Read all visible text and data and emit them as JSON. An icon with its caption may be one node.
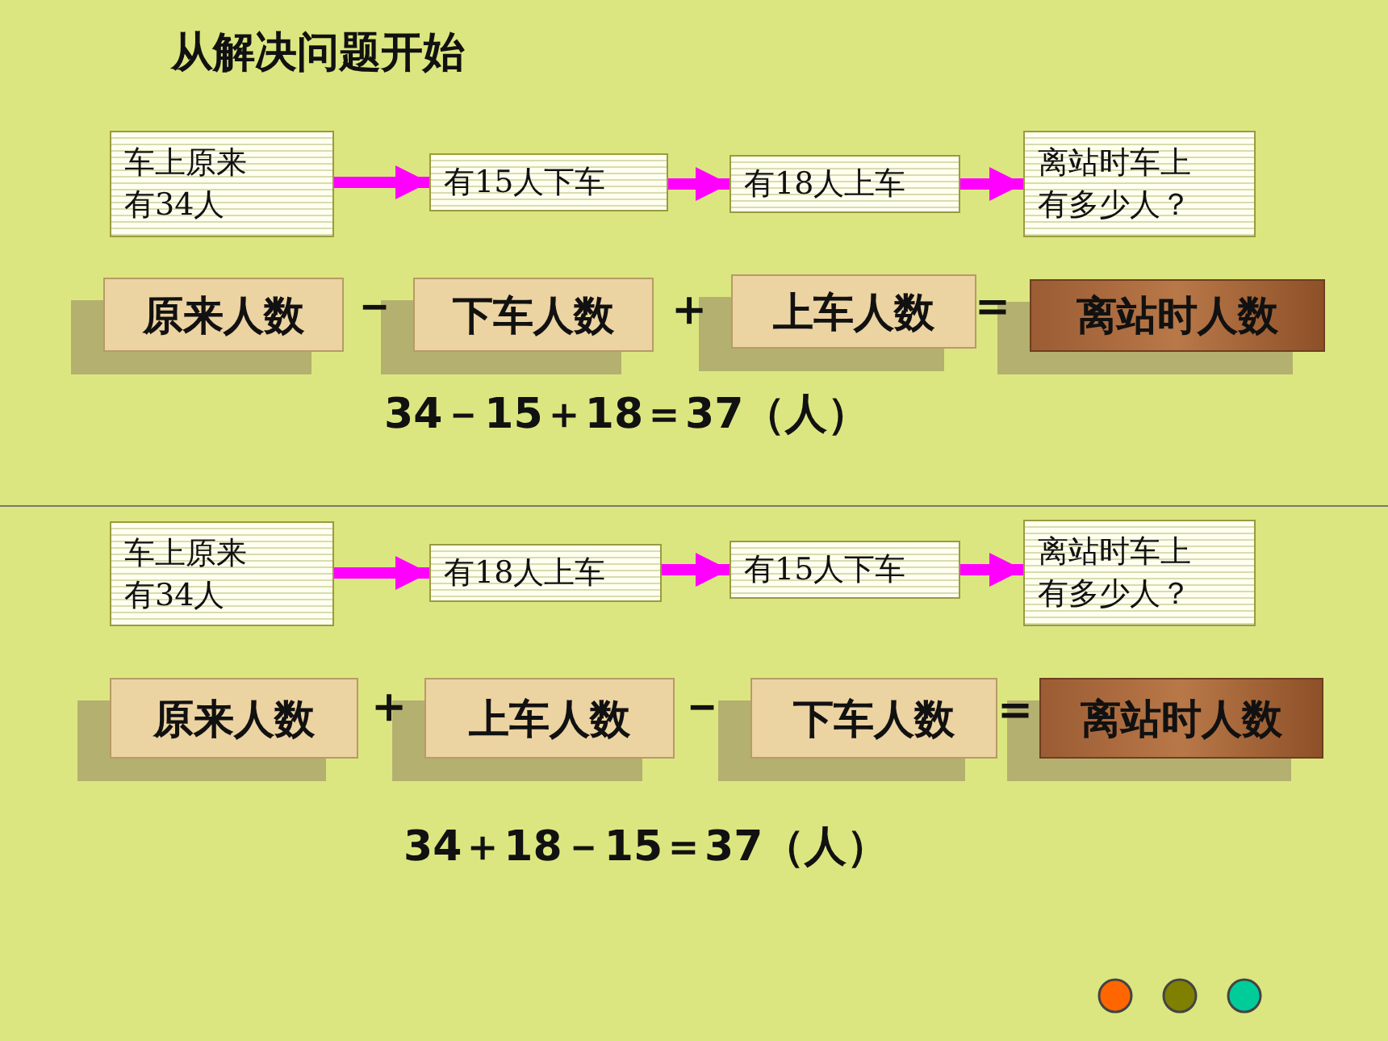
{
  "diagram": {
    "title": "从解决问题开始",
    "nodes": [
      {
        "text": [
          "车上原来有34人"
        ]
      },
      {
        "text": [
          "有15人下车"
        ]
      },
      {
        "text": [
          "有18人上车"
        ]
      },
      {
        "text": [
          "离站时车上有多少人？"
        ]
      },
      {
        "text": [
          "原来人数"
        ]
      },
      {
        "text": [
          "下车人数"
        ]
      },
      {
        "text": [
          "上车人数"
        ]
      },
      {
        "text": [
          "离站时人数"
        ]
      },
      {
        "text": [
          "车上原来有34人"
        ]
      },
      {
        "text": [
          "有18人上车"
        ]
      },
      {
        "text": [
          "有15人下车"
        ]
      },
      {
        "text": [
          "离站时车上有多少人？"
        ]
      },
      {
        "text": [
          "原来人数"
        ]
      },
      {
        "text": [
          "上车人数"
        ]
      },
      {
        "text": [
          "下车人数"
        ]
      },
      {
        "text": [
          "离站时人数"
        ]
      }
    ],
    "edges": [
      {
        "from": 0,
        "to": 1,
        "arrow": "to"
      },
      {
        "from": 1,
        "to": 2,
        "arrow": "to"
      },
      {
        "from": 2,
        "to": 3,
        "arrow": "to"
      },
      {
        "from": 8,
        "to": 9,
        "arrow": "to"
      },
      {
        "from": 9,
        "to": 10,
        "arrow": "to"
      },
      {
        "from": 10,
        "to": 11,
        "arrow": "to"
      }
    ],
    "labels": [
      "－",
      "＋",
      "＝",
      "34－15＋18＝37（人）",
      "＋",
      "－",
      "＝",
      "34＋18－15＝37（人）"
    ]
  }
}
